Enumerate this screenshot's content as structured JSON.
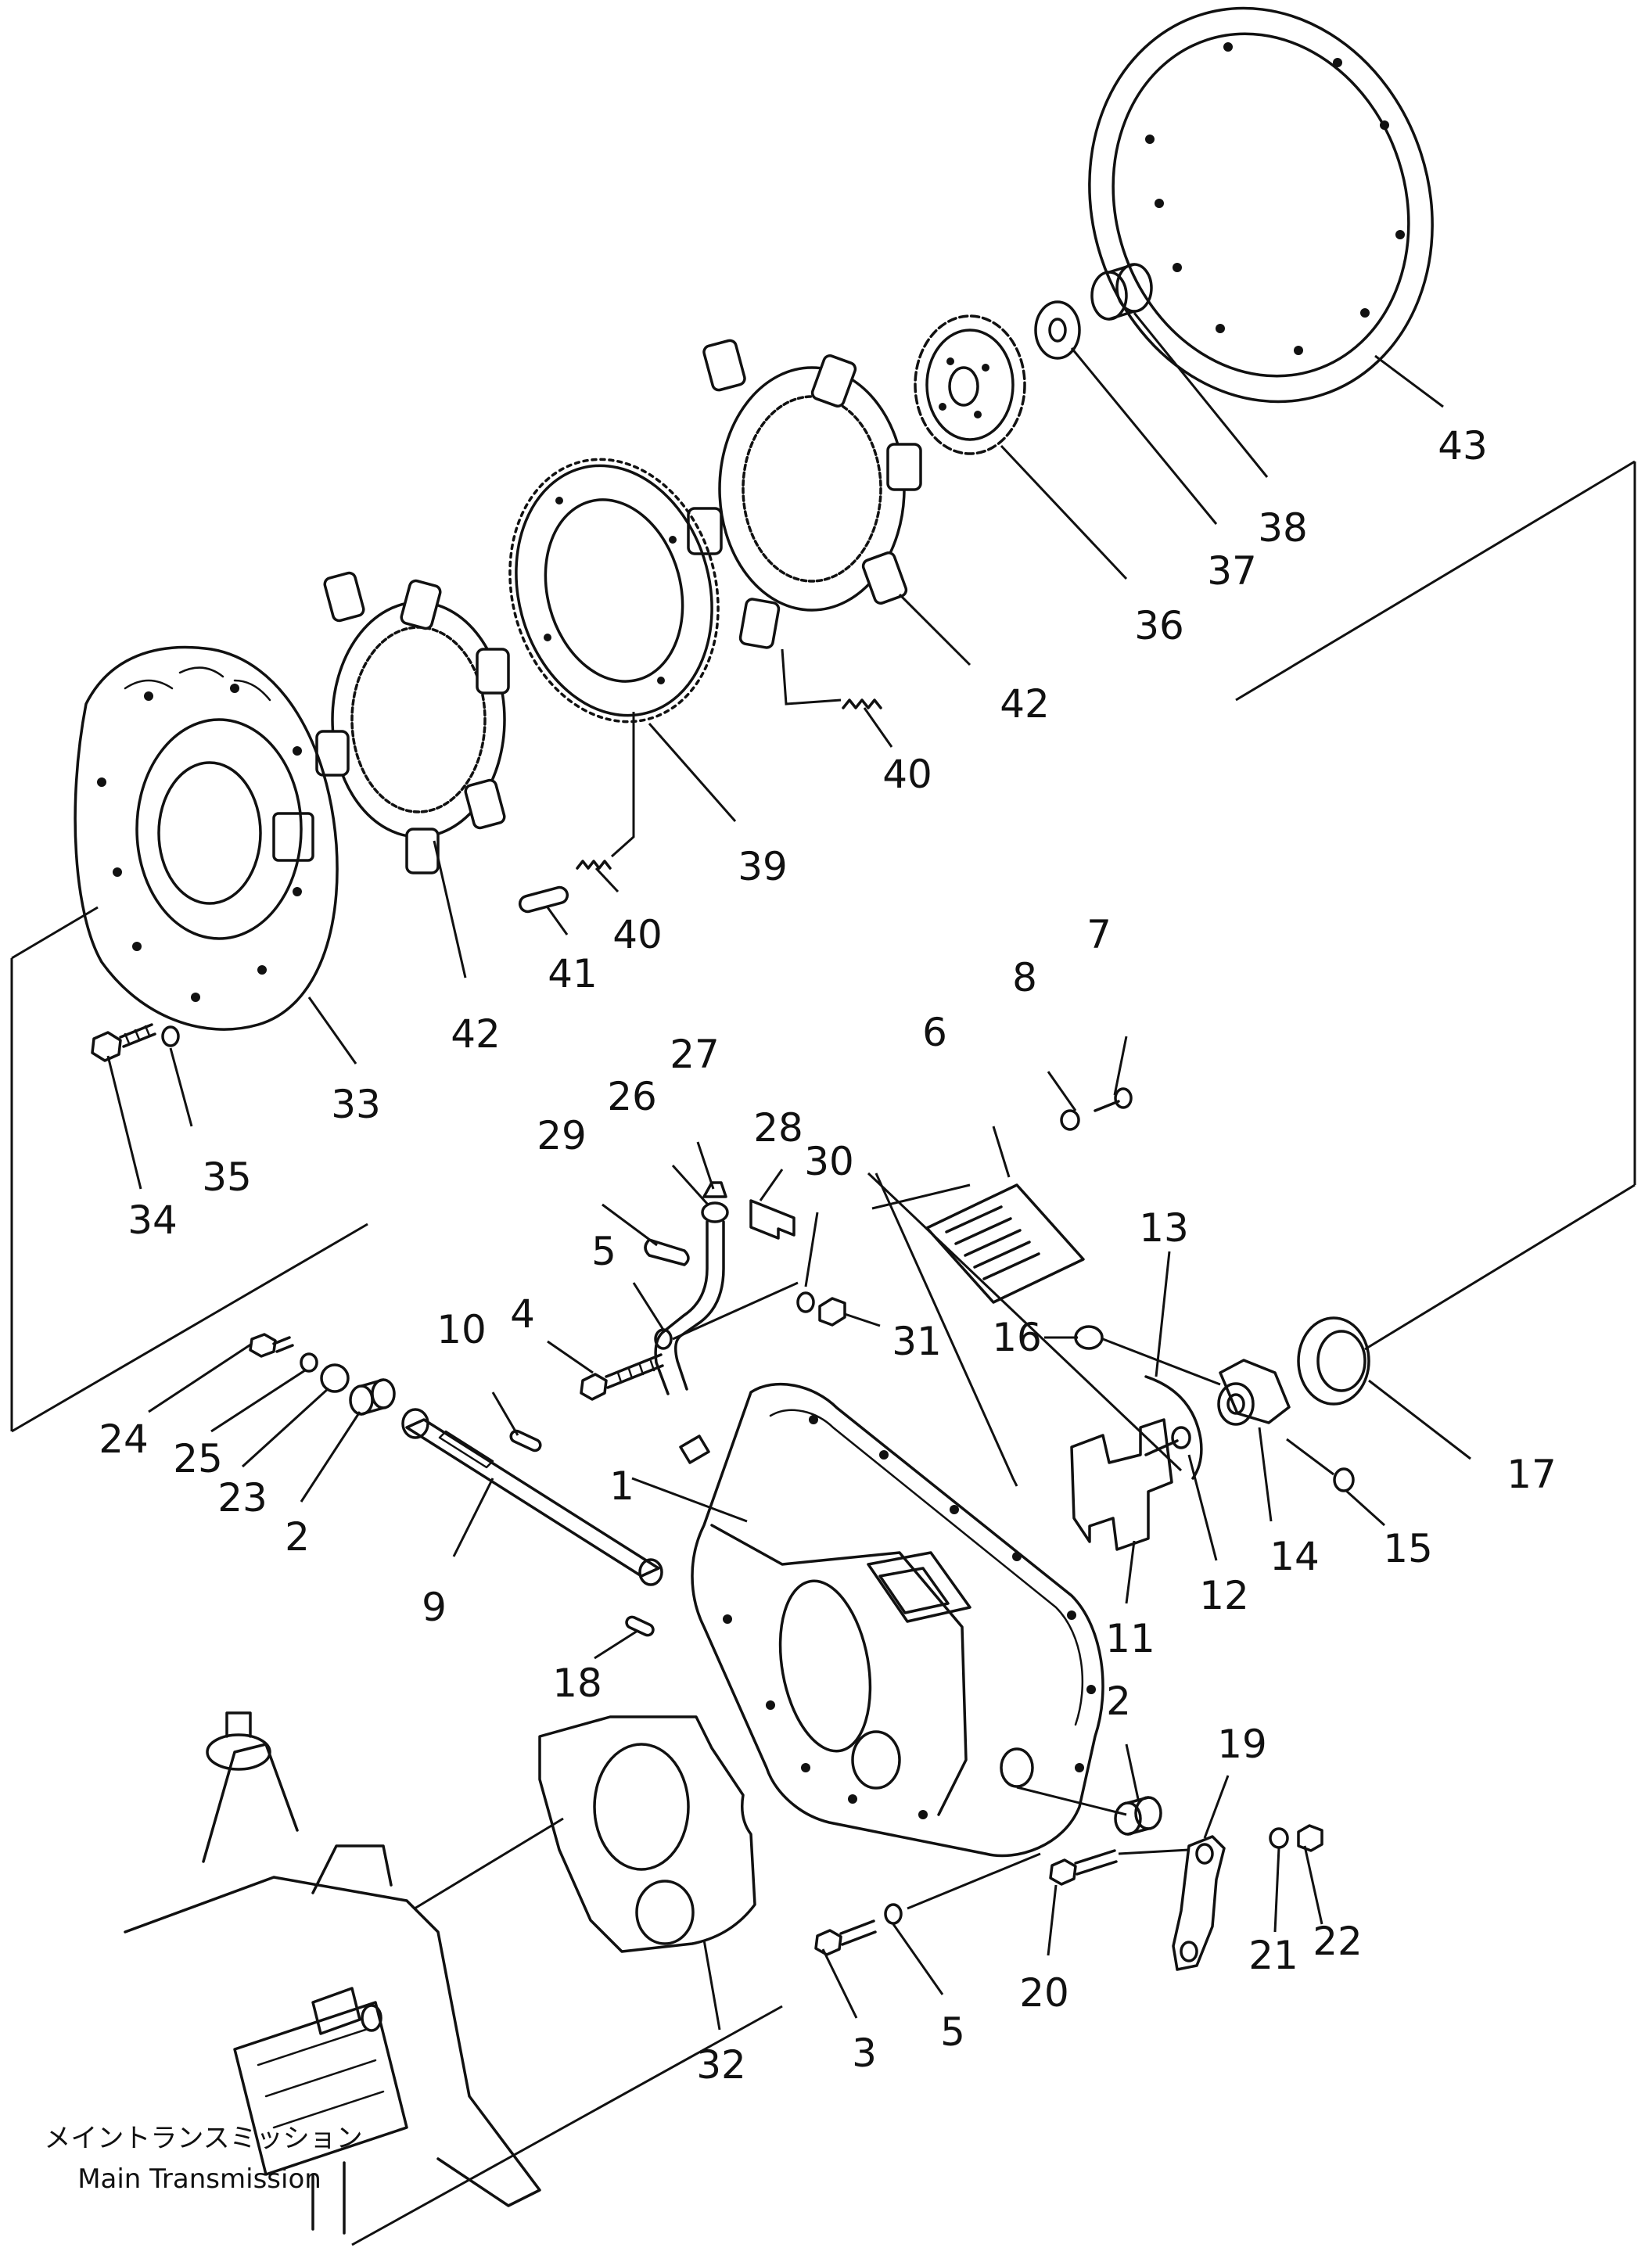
{
  "labels": [
    {
      "id": "43",
      "text": "43"
    },
    {
      "id": "38",
      "text": "38"
    },
    {
      "id": "37",
      "text": "37"
    },
    {
      "id": "36",
      "text": "36"
    },
    {
      "id": "42a",
      "text": "42"
    },
    {
      "id": "40a",
      "text": "40"
    },
    {
      "id": "39",
      "text": "39"
    },
    {
      "id": "40b",
      "text": "40"
    },
    {
      "id": "41",
      "text": "41"
    },
    {
      "id": "42b",
      "text": "42"
    },
    {
      "id": "33",
      "text": "33"
    },
    {
      "id": "35",
      "text": "35"
    },
    {
      "id": "34",
      "text": "34"
    },
    {
      "id": "7",
      "text": "7"
    },
    {
      "id": "8",
      "text": "8"
    },
    {
      "id": "6",
      "text": "6"
    },
    {
      "id": "27",
      "text": "27"
    },
    {
      "id": "26",
      "text": "26"
    },
    {
      "id": "28",
      "text": "28"
    },
    {
      "id": "29",
      "text": "29"
    },
    {
      "id": "30",
      "text": "30"
    },
    {
      "id": "5a",
      "text": "5"
    },
    {
      "id": "4",
      "text": "4"
    },
    {
      "id": "31",
      "text": "31"
    },
    {
      "id": "13",
      "text": "13"
    },
    {
      "id": "16",
      "text": "16"
    },
    {
      "id": "10",
      "text": "10"
    },
    {
      "id": "24",
      "text": "24"
    },
    {
      "id": "25",
      "text": "25"
    },
    {
      "id": "23",
      "text": "23"
    },
    {
      "id": "2a",
      "text": "2"
    },
    {
      "id": "1",
      "text": "1"
    },
    {
      "id": "9",
      "text": "9"
    },
    {
      "id": "18",
      "text": "18"
    },
    {
      "id": "17",
      "text": "17"
    },
    {
      "id": "15",
      "text": "15"
    },
    {
      "id": "14",
      "text": "14"
    },
    {
      "id": "12",
      "text": "12"
    },
    {
      "id": "11",
      "text": "11"
    },
    {
      "id": "2b",
      "text": "2"
    },
    {
      "id": "19",
      "text": "19"
    },
    {
      "id": "21",
      "text": "21"
    },
    {
      "id": "22",
      "text": "22"
    },
    {
      "id": "20",
      "text": "20"
    },
    {
      "id": "5b",
      "text": "5"
    },
    {
      "id": "3",
      "text": "3"
    },
    {
      "id": "32",
      "text": "32"
    }
  ],
  "caption": {
    "japanese": "メイントランスミッション",
    "english": "Main Transmission"
  }
}
